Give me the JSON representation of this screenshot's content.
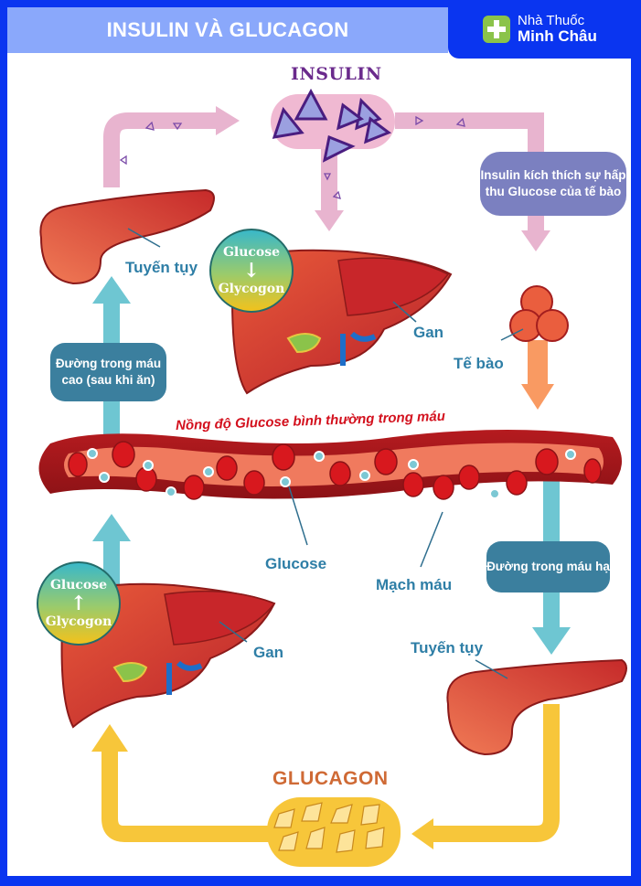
{
  "header": {
    "title": "INSULIN VÀ GLUCAGON",
    "brand_line1": "Nhà Thuốc",
    "brand_line2": "Minh Châu"
  },
  "insulin": {
    "heading": "INSULIN",
    "effect_box": "Insulin kích thích sự hấp thu Glucose của tế bào"
  },
  "glucagon": {
    "heading": "GLUCAGON"
  },
  "top_liver": {
    "circle_top": "Glucose",
    "circle_arrow": "↓",
    "circle_bottom": "Glycogon",
    "label": "Gan"
  },
  "bottom_liver": {
    "circle_top": "Glucose",
    "circle_arrow": "↑",
    "circle_bottom": "Glycogon",
    "label": "Gan"
  },
  "pancreas_top": {
    "label": "Tuyến tụy"
  },
  "pancreas_bottom": {
    "label": "Tuyến tụy"
  },
  "cells": {
    "label": "Tế bào"
  },
  "high_sugar_box": "Đường trong máu cao (sau khi ăn)",
  "low_sugar_box": "Đường trong máu hạ",
  "vessel": {
    "title": "Nồng độ Glucose bình thường trong máu",
    "glucose_label": "Glucose",
    "vessel_label": "Mạch máu"
  },
  "colors": {
    "insulin_path": "#e8b4cf",
    "insulin_molecule": "#5b2d8e",
    "glucagon_path": "#f7c63a",
    "up_arrow_teal": "#6ec6d2",
    "cell_arrow": "#f99a62",
    "organ_red": "#c8262a",
    "label_blue": "#2e7ea6",
    "frame_blue": "#0a35f0"
  }
}
